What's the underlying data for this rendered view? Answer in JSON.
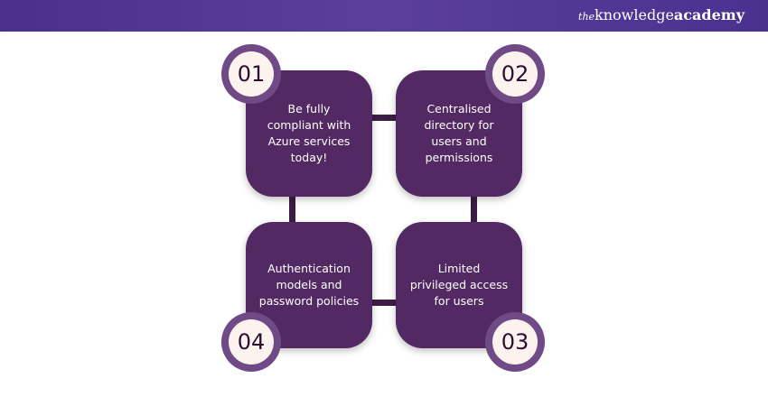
{
  "brand": {
    "prefix": "the",
    "name_a": "knowledge",
    "name_b": "academy"
  },
  "steps": [
    {
      "number": "01",
      "text": "Be fully compliant with Azure services today!"
    },
    {
      "number": "02",
      "text": "Centralised directory for users and permissions"
    },
    {
      "number": "03",
      "text": "Limited privileged access for users"
    },
    {
      "number": "04",
      "text": "Authentication models and password policies"
    }
  ],
  "colors": {
    "header": "#4b2f8e",
    "box": "#532963",
    "circle_ring": "#6f4a86",
    "circle_fill": "#fdf3ee"
  }
}
